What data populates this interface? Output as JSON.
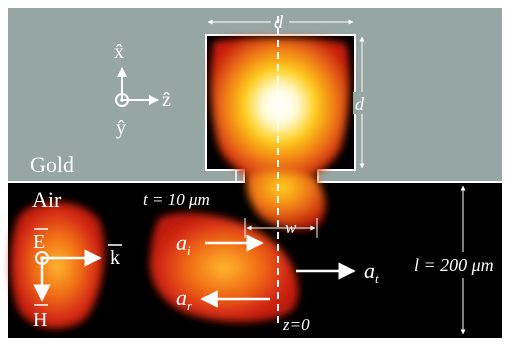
{
  "figure": {
    "region_top_label": "Gold",
    "region_bottom_label": "Air",
    "axes": {
      "x_label": "x̂",
      "y_label": "ŷ",
      "z_label": "ẑ"
    },
    "cavity": {
      "width_label": "d",
      "height_label": "d",
      "slit_width_label": "w",
      "thickness_label": "t = 10 μm"
    },
    "fields": {
      "e_label": "E",
      "h_label": "H",
      "k_label": "k"
    },
    "waves": {
      "incident_label": "a",
      "incident_sub": "i",
      "reflected_label": "a",
      "reflected_sub": "r",
      "transmitted_label": "a",
      "transmitted_sub": "t"
    },
    "length_label": "l = 200 μm",
    "z0_label": "z=0",
    "colors": {
      "gold_region": "#96a6a2",
      "air_region": "#000000",
      "boundary": "#ffffff",
      "field_hot": "#ffffff",
      "field_warm": "#ffd21e",
      "field_cool": "#d42a12"
    }
  }
}
